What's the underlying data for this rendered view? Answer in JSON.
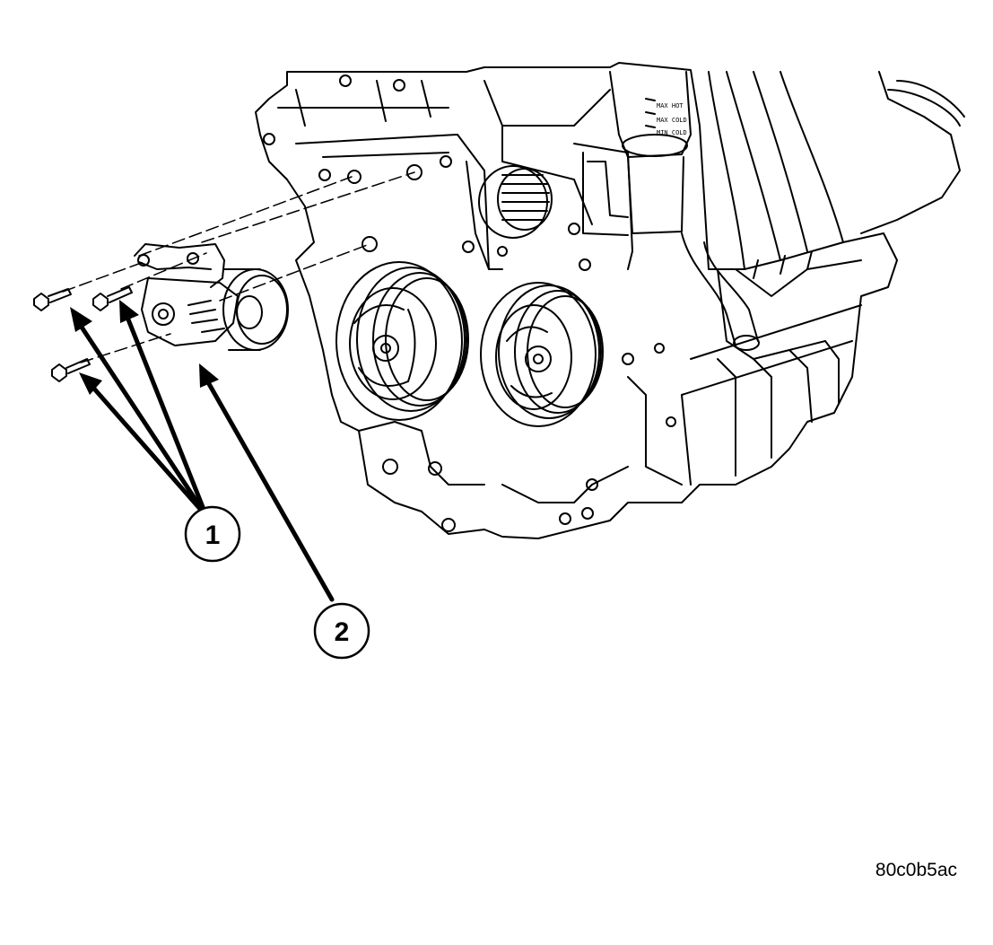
{
  "diagram": {
    "figure_id": "80c0b5ac",
    "callouts": [
      {
        "id": "1",
        "label": "1"
      },
      {
        "id": "2",
        "label": "2"
      }
    ],
    "gauge_marks": [
      "MAX HOT",
      "MAX COLD",
      "MIN COLD"
    ],
    "colors": {
      "line": "#000000",
      "background": "#ffffff"
    }
  }
}
